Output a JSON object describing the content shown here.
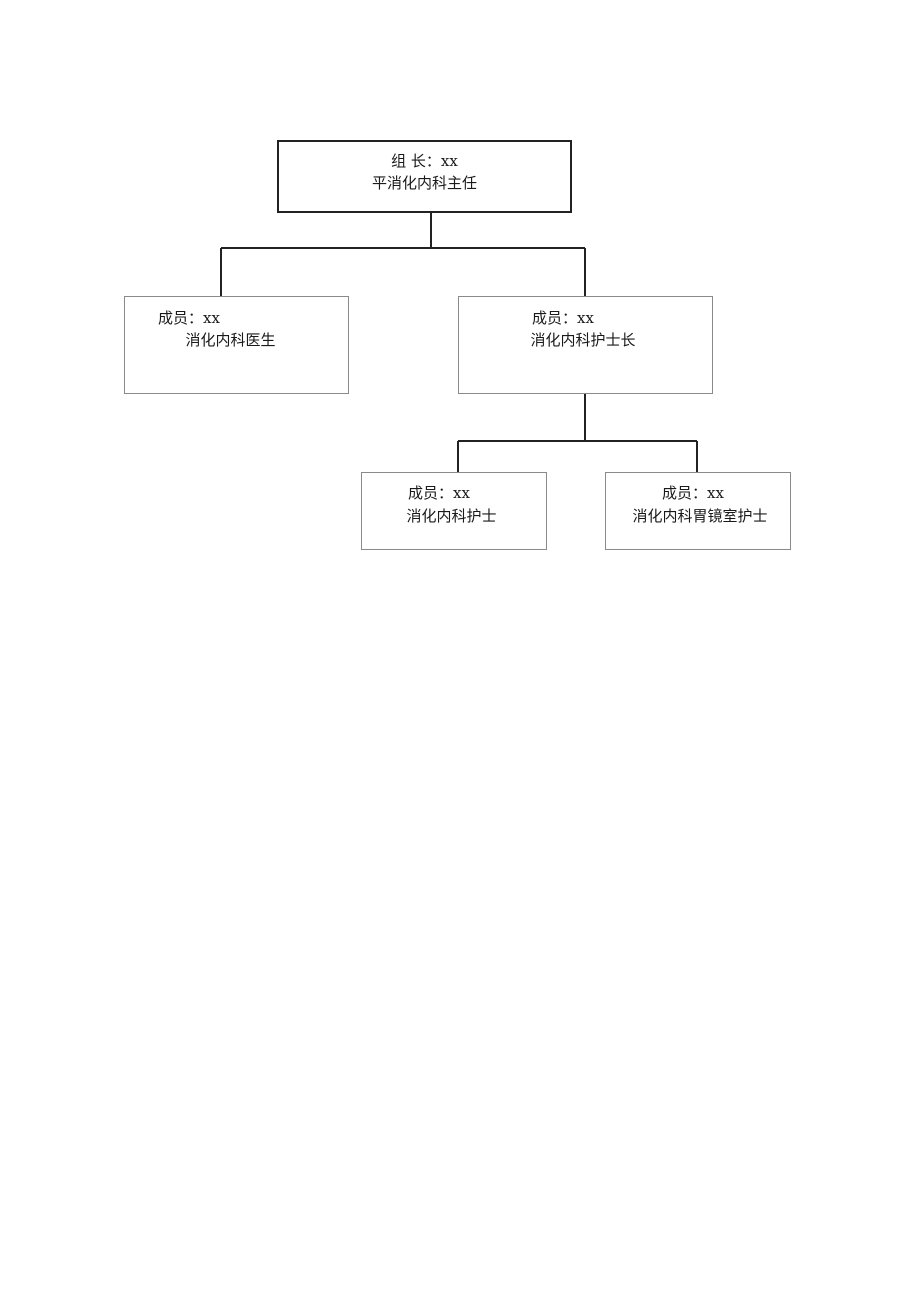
{
  "org_chart": {
    "root": {
      "line1": "组 长：xx",
      "line2": "平消化内科主任"
    },
    "doctor": {
      "line1": "成员：xx",
      "line2": "消化内科医生"
    },
    "head_nurse": {
      "line1": "成员：xx",
      "line2": "消化内科护士长"
    },
    "nurse": {
      "line1": "成员：xx",
      "line2": "消化内科护士"
    },
    "endoscopy_nurse": {
      "line1": "成员：xx",
      "line2": "消化内科胃镜室护士"
    }
  }
}
